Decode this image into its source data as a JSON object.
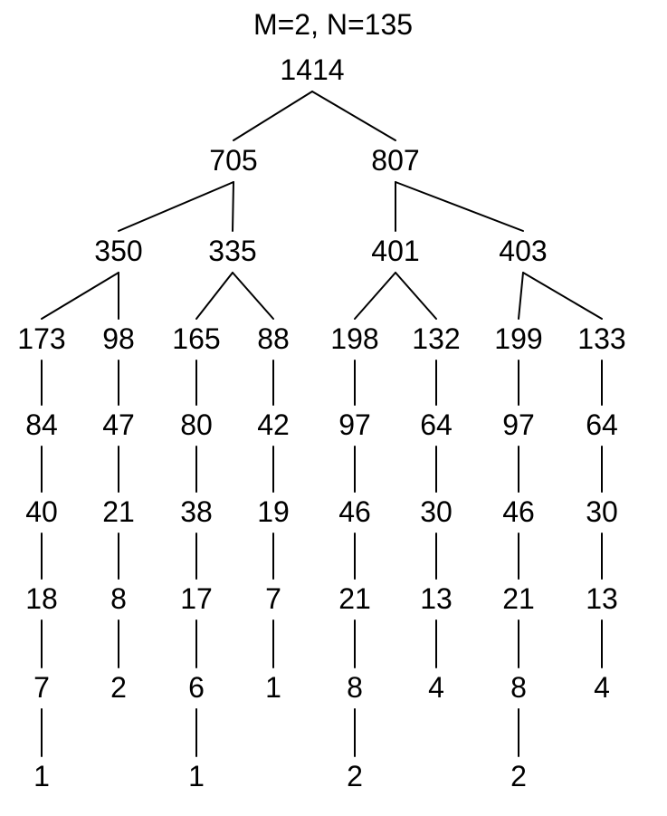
{
  "diagram": {
    "title": "M=2, N=135",
    "colors": {
      "background": "#ffffff",
      "foreground": "#000000"
    },
    "tree": {
      "value": "1414",
      "children": [
        {
          "value": "705",
          "children": [
            {
              "value": "350",
              "children": [
                {
                  "value": "173",
                  "children": [
                    {
                      "value": "84",
                      "children": [
                        {
                          "value": "40",
                          "children": [
                            {
                              "value": "18",
                              "children": [
                                {
                                  "value": "7",
                                  "children": [
                                    {
                                      "value": "1",
                                      "children": []
                                    }
                                  ]
                                }
                              ]
                            }
                          ]
                        }
                      ]
                    }
                  ]
                },
                {
                  "value": "98",
                  "children": [
                    {
                      "value": "47",
                      "children": [
                        {
                          "value": "21",
                          "children": [
                            {
                              "value": "8",
                              "children": [
                                {
                                  "value": "2",
                                  "children": []
                                }
                              ]
                            }
                          ]
                        }
                      ]
                    }
                  ]
                }
              ]
            },
            {
              "value": "335",
              "children": [
                {
                  "value": "165",
                  "children": [
                    {
                      "value": "80",
                      "children": [
                        {
                          "value": "38",
                          "children": [
                            {
                              "value": "17",
                              "children": [
                                {
                                  "value": "6",
                                  "children": [
                                    {
                                      "value": "1",
                                      "children": []
                                    }
                                  ]
                                }
                              ]
                            }
                          ]
                        }
                      ]
                    }
                  ]
                },
                {
                  "value": "88",
                  "children": [
                    {
                      "value": "42",
                      "children": [
                        {
                          "value": "19",
                          "children": [
                            {
                              "value": "7",
                              "children": [
                                {
                                  "value": "1",
                                  "children": []
                                }
                              ]
                            }
                          ]
                        }
                      ]
                    }
                  ]
                }
              ]
            }
          ]
        },
        {
          "value": "807",
          "children": [
            {
              "value": "401",
              "children": [
                {
                  "value": "198",
                  "children": [
                    {
                      "value": "97",
                      "children": [
                        {
                          "value": "46",
                          "children": [
                            {
                              "value": "21",
                              "children": [
                                {
                                  "value": "8",
                                  "children": [
                                    {
                                      "value": "2",
                                      "children": []
                                    }
                                  ]
                                }
                              ]
                            }
                          ]
                        }
                      ]
                    }
                  ]
                },
                {
                  "value": "132",
                  "children": [
                    {
                      "value": "64",
                      "children": [
                        {
                          "value": "30",
                          "children": [
                            {
                              "value": "13",
                              "children": [
                                {
                                  "value": "4",
                                  "children": []
                                }
                              ]
                            }
                          ]
                        }
                      ]
                    }
                  ]
                }
              ]
            },
            {
              "value": "403",
              "children": [
                {
                  "value": "199",
                  "children": [
                    {
                      "value": "97",
                      "children": [
                        {
                          "value": "46",
                          "children": [
                            {
                              "value": "21",
                              "children": [
                                {
                                  "value": "8",
                                  "children": [
                                    {
                                      "value": "2",
                                      "children": []
                                    }
                                  ]
                                }
                              ]
                            }
                          ]
                        }
                      ]
                    }
                  ]
                },
                {
                  "value": "133",
                  "children": [
                    {
                      "value": "64",
                      "children": [
                        {
                          "value": "30",
                          "children": [
                            {
                              "value": "13",
                              "children": [
                                {
                                  "value": "4",
                                  "children": []
                                }
                              ]
                            }
                          ]
                        }
                      ]
                    }
                  ]
                }
              ]
            }
          ]
        }
      ]
    }
  }
}
